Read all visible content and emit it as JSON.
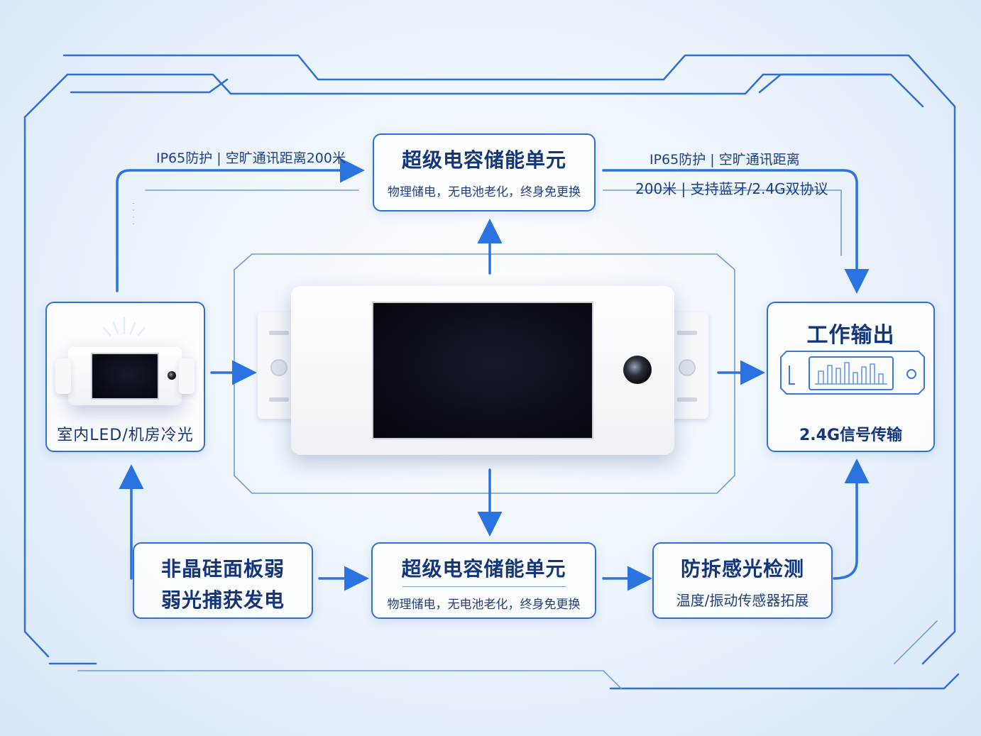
{
  "top_center": {
    "title": "超级电容储能单元",
    "subtitle": "物理储电，无电池老化，终身免更换"
  },
  "bottom_center": {
    "title": "超级电容储能单元",
    "subtitle": "物理储电，无电池老化，终身免更换"
  },
  "left_box": {
    "label": "室内LED/机房冷光"
  },
  "right_box": {
    "title": "工作输出",
    "label": "2.4G信号传输"
  },
  "bottom_left": {
    "line1": "非晶硅面板弱",
    "line2": "弱光捕获发电"
  },
  "bottom_right": {
    "title": "防拆感光检测",
    "subtitle": "温度/振动传感器拓展"
  },
  "notes": {
    "left_top": "IP65防护 | 空旷通讯距离200米",
    "right_top_line1": "IP65防护 | 空旷通讯距离",
    "right_top_line2": "200米 | 支持蓝牙/2.4G双协议"
  },
  "colors": {
    "accent": "#2f6fd6",
    "text": "#13357a",
    "arrow": "#2a73e0"
  }
}
